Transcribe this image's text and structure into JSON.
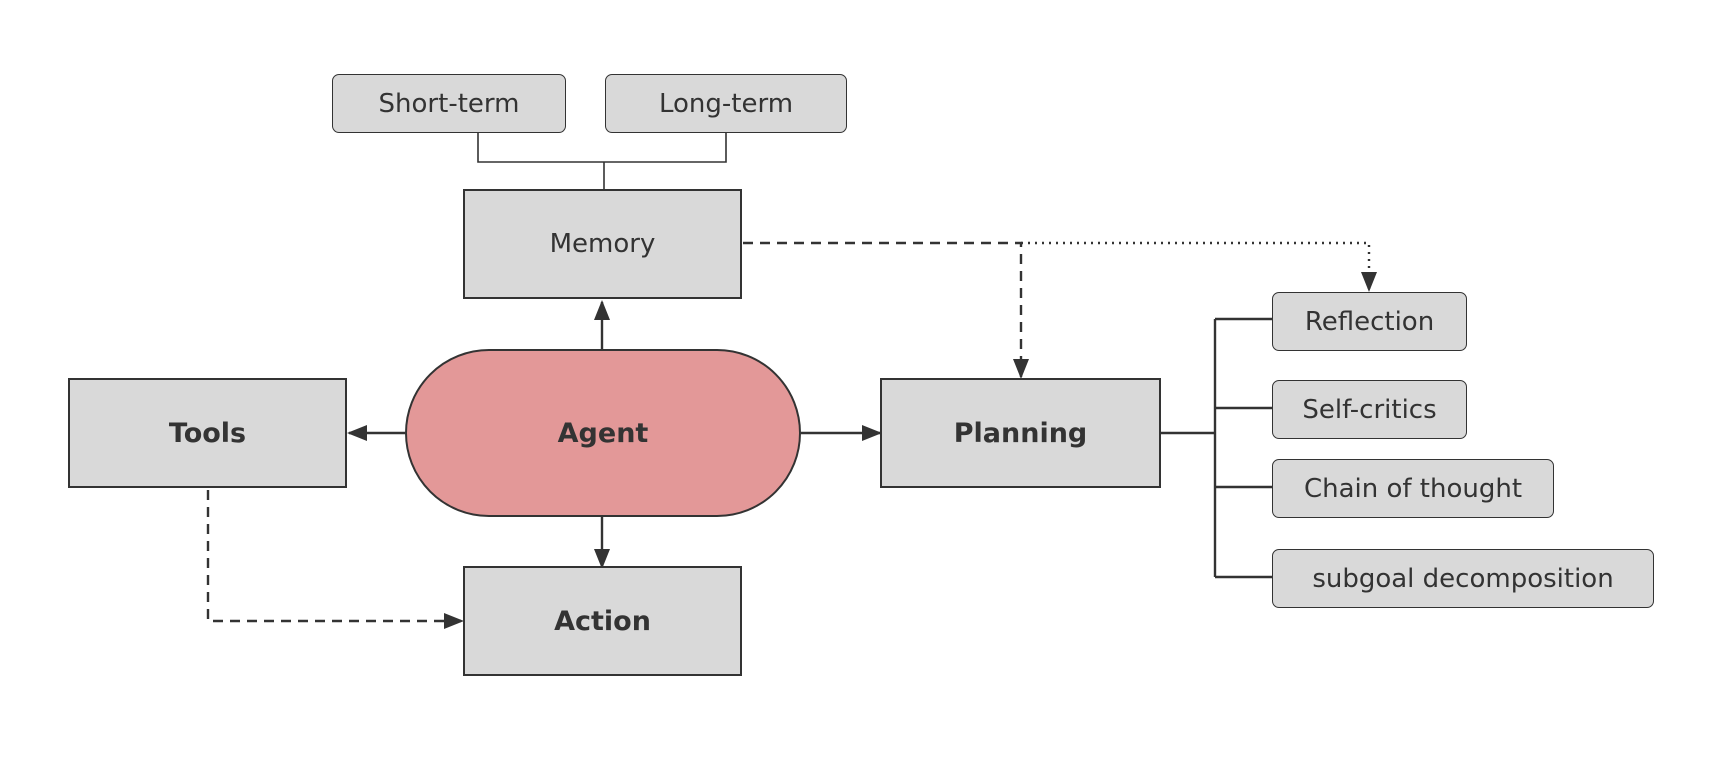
{
  "nodes": {
    "short_term": "Short-term",
    "long_term": "Long-term",
    "memory": "Memory",
    "agent": "Agent",
    "tools": "Tools",
    "planning": "Planning",
    "action": "Action",
    "reflection": "Reflection",
    "self_critics": "Self-critics",
    "chain_of_thought": "Chain of thought",
    "subgoal_decomposition": "subgoal decomposition"
  },
  "colors": {
    "box_fill": "#d9d9d9",
    "agent_fill": "#e39898",
    "stroke": "#333333",
    "text": "#333333"
  }
}
